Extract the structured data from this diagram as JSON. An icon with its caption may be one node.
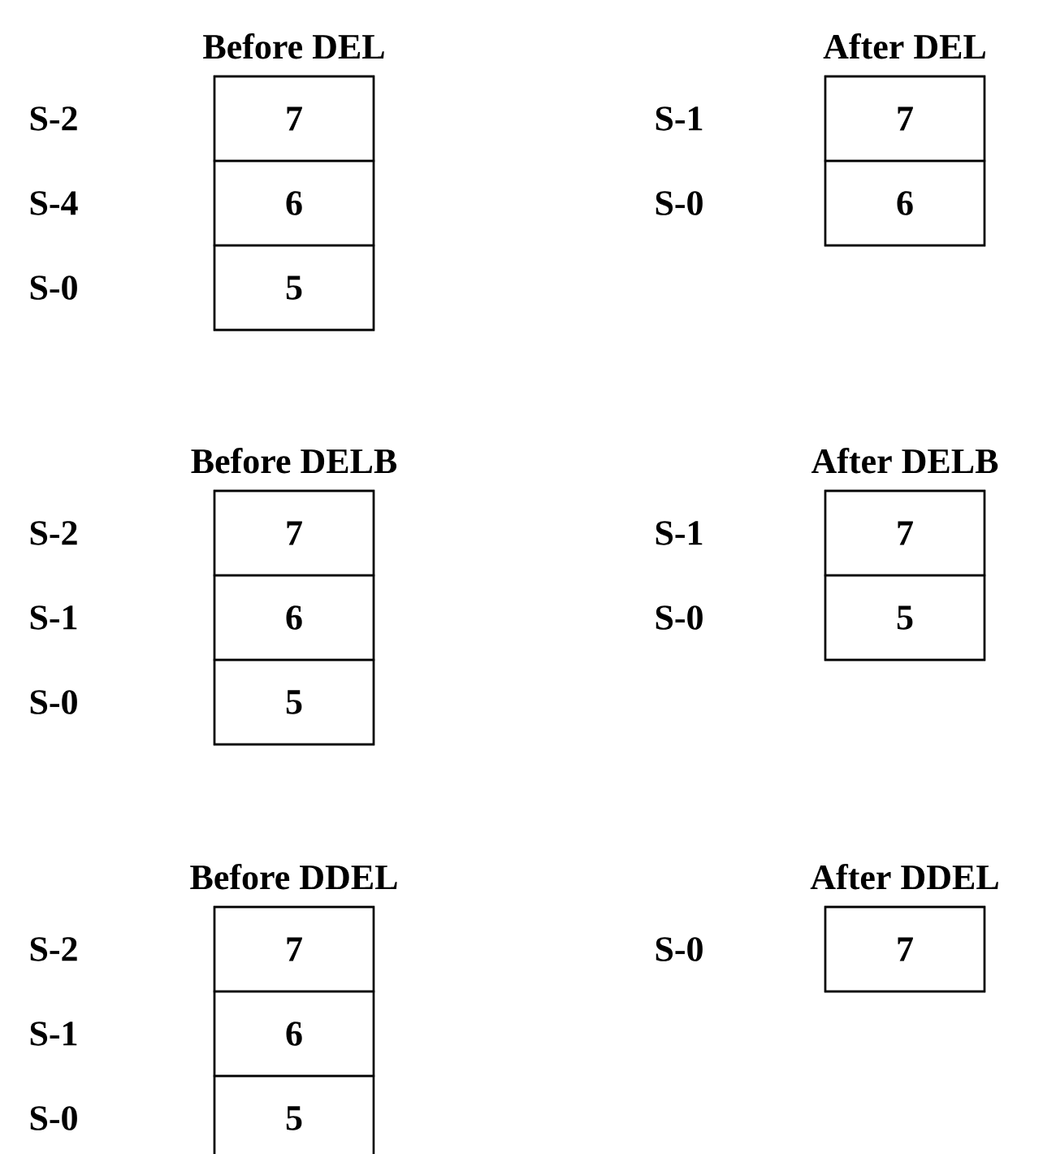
{
  "diagram": {
    "nodes": [
      {
        "text": [
          "Before DEL"
        ]
      },
      {
        "text": [
          "7"
        ],
        "in": 0
      },
      {
        "text": [
          "6"
        ],
        "in": 0
      },
      {
        "text": [
          "5"
        ],
        "in": 0
      },
      {
        "text": [
          "After DEL"
        ]
      },
      {
        "text": [
          "7"
        ],
        "in": 4
      },
      {
        "text": [
          "6"
        ],
        "in": 4
      },
      {
        "text": [
          "Before DELB"
        ]
      },
      {
        "text": [
          "7"
        ],
        "in": 7
      },
      {
        "text": [
          "6"
        ],
        "in": 7
      },
      {
        "text": [
          "5"
        ],
        "in": 7
      },
      {
        "text": [
          "After DELB"
        ]
      },
      {
        "text": [
          "7"
        ],
        "in": 11
      },
      {
        "text": [
          "5"
        ],
        "in": 11
      },
      {
        "text": [
          "Before DDEL"
        ]
      },
      {
        "text": [
          "7"
        ],
        "in": 14
      },
      {
        "text": [
          "6"
        ],
        "in": 14
      },
      {
        "text": [
          "5"
        ],
        "in": 14
      },
      {
        "text": [
          "After DDEL"
        ]
      },
      {
        "text": [
          "7"
        ],
        "in": 18
      }
    ],
    "labels": [
      "S-2",
      "S-4",
      "S-0",
      "S-1",
      "S-0",
      "S-2",
      "S-1",
      "S-0",
      "S-1",
      "S-0",
      "S-2",
      "S-1",
      "S-0",
      "S-0"
    ]
  }
}
